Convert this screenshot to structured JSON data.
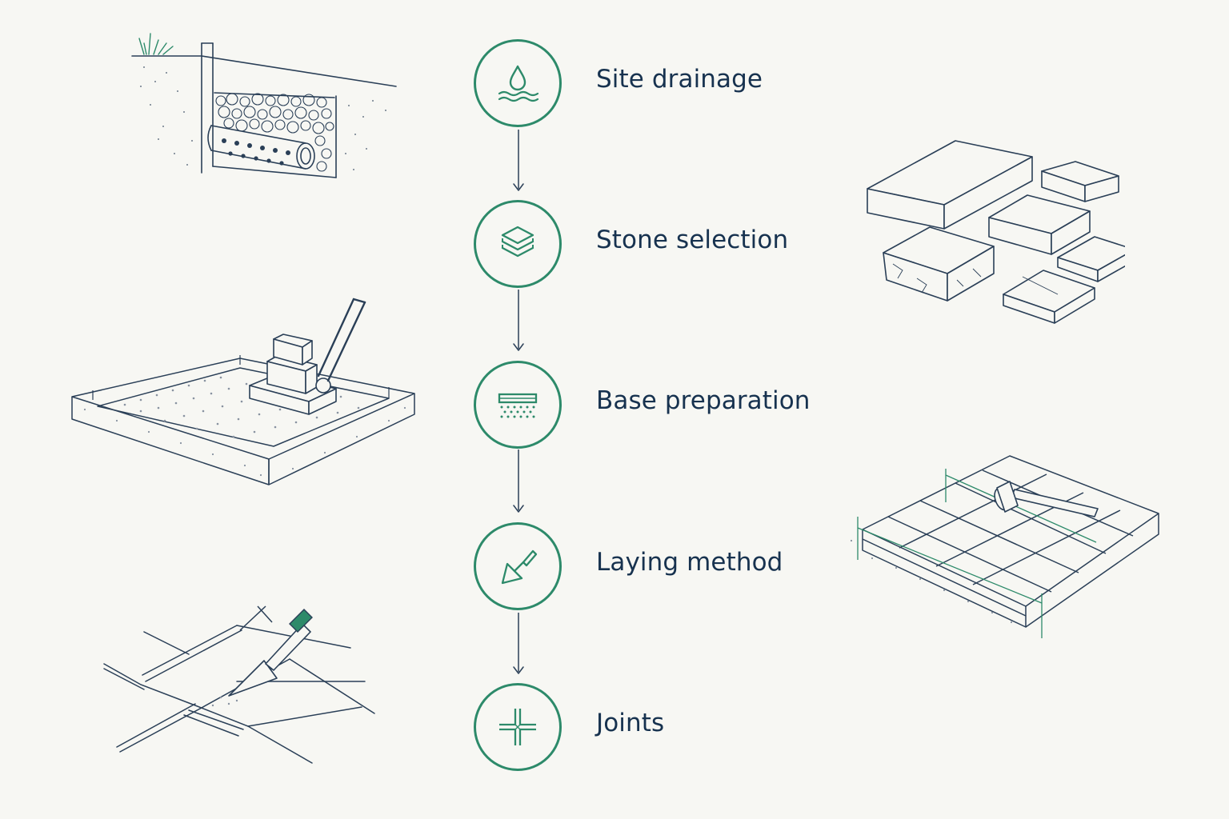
{
  "title": "",
  "steps": [
    {
      "label": "Site drainage",
      "icon": "water-drop-icon"
    },
    {
      "label": "Stone selection",
      "icon": "layers-icon"
    },
    {
      "label": "Base preparation",
      "icon": "base-layer-icon"
    },
    {
      "label": "Laying method",
      "icon": "trowel-icon"
    },
    {
      "label": "Joints",
      "icon": "joint-cross-icon"
    }
  ],
  "colors": {
    "accent": "#2d8a6a",
    "text": "#17324f",
    "line": "#2a3f57",
    "background": "#f7f7f3"
  },
  "illustrations": [
    "drainage-trench-illustration",
    "paving-stones-illustration",
    "plate-compactor-illustration",
    "laid-paving-illustration",
    "jointing-trowel-illustration"
  ]
}
